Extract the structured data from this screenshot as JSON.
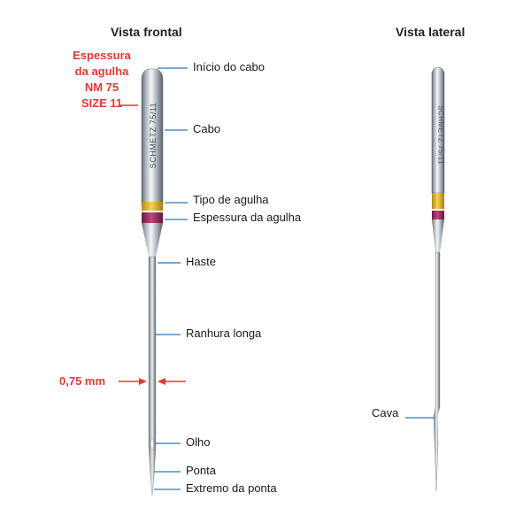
{
  "titles": {
    "front": "Vista frontal",
    "side": "Vista lateral"
  },
  "thickness_note": [
    "Espessura",
    "da agulha",
    "NM 75",
    "SIZE 11"
  ],
  "shank_print": "SCHMETZ 75/11",
  "front_labels": {
    "shank_start": "Início do cabo",
    "shank": "Cabo",
    "needle_type": "Tipo de agulha",
    "needle_thickness": "Espessura da agulha",
    "blade": "Haste",
    "long_groove": "Ranhura longa",
    "eye": "Olho",
    "point": "Ponta",
    "point_tip": "Extremo da ponta"
  },
  "measurement": "0,75 mm",
  "side_labels": {
    "scarf": "Cava"
  },
  "colors": {
    "accent_red": "#e03a32",
    "leader_blue": "#2a79b8",
    "band_yellow": "#e8b820",
    "band_magenta": "#9c2a5a"
  }
}
